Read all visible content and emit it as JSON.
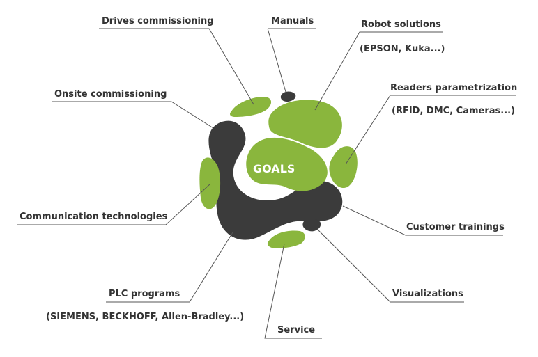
{
  "center": {
    "title": "GOALS"
  },
  "labels": {
    "drives": "Drives commissioning",
    "manuals": "Manuals",
    "robot": "Robot solutions",
    "robot_sub": "(EPSON, Kuka...)",
    "readers": "Readers parametrization",
    "readers_sub": "(RFID, DMC, Cameras...)",
    "onsite": "Onsite commissioning",
    "communication": "Communication technologies",
    "customer": "Customer trainings",
    "plc": "PLC programs",
    "plc_sub": "(SIEMENS, BECKHOFF, Allen-Bradley...)",
    "visualizations": "Visualizations",
    "service": "Service"
  },
  "colors": {
    "green": "#8ab63d",
    "dark": "#3b3b3b",
    "text": "#333333",
    "line": "#555555"
  }
}
